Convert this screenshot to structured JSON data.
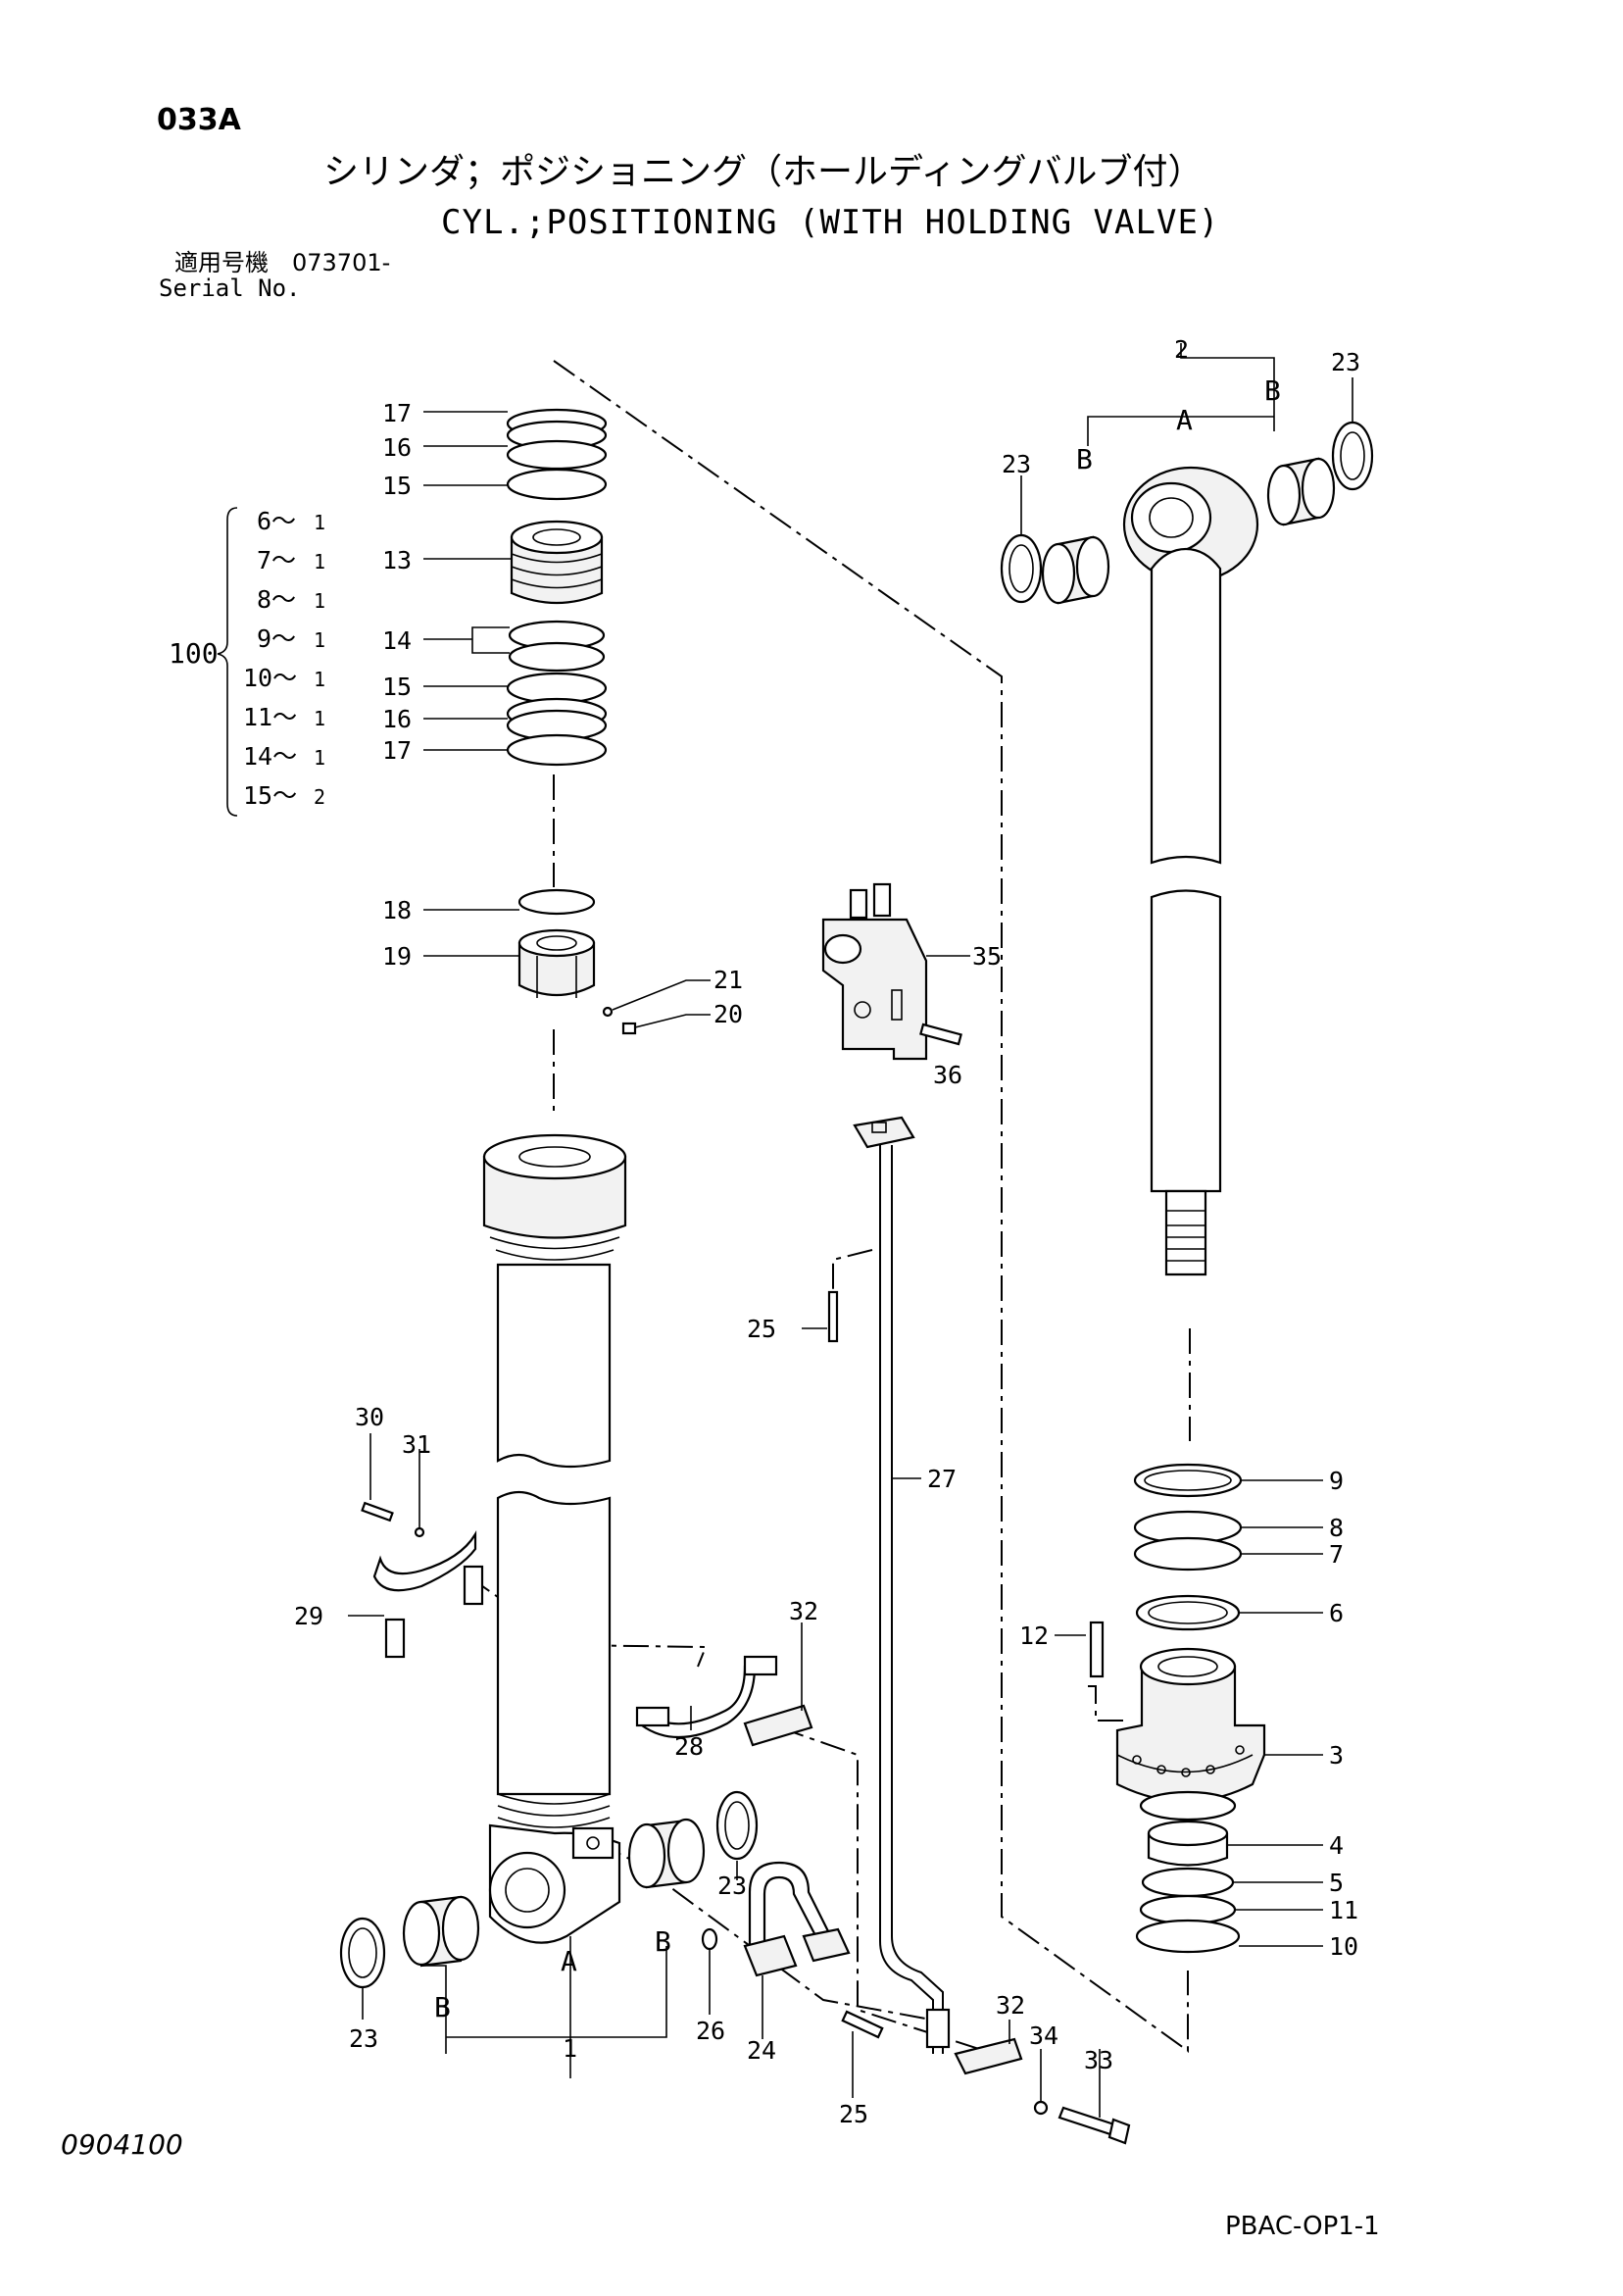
{
  "header": {
    "page_code": "033A",
    "title_ja": "シリンダ；ポジショニング（ホールディングバルブ付）",
    "title_en": "CYL.;POSITIONING (WITH HOLDING VALVE)",
    "serial_label_ja": "適用号機　073701-",
    "serial_label_en": "Serial No."
  },
  "kit": {
    "number": "100",
    "items": [
      {
        "part": "6～",
        "qty": "1"
      },
      {
        "part": "7～",
        "qty": "1"
      },
      {
        "part": "8～",
        "qty": "1"
      },
      {
        "part": "9～",
        "qty": "1"
      },
      {
        "part": "10～",
        "qty": "1"
      },
      {
        "part": "11～",
        "qty": "1"
      },
      {
        "part": "14～",
        "qty": "1"
      },
      {
        "part": "15～",
        "qty": "2"
      }
    ]
  },
  "callouts": {
    "c1": "1",
    "c2": "2",
    "c3": "3",
    "c4": "4",
    "c5": "5",
    "c6": "6",
    "c7": "7",
    "c8": "8",
    "c9": "9",
    "c10": "10",
    "c11": "11",
    "c12": "12",
    "c13": "13",
    "c14": "14",
    "c15a": "15",
    "c15b": "15",
    "c16a": "16",
    "c16b": "16",
    "c17a": "17",
    "c17b": "17",
    "c18": "18",
    "c19": "19",
    "c20": "20",
    "c21": "21",
    "c23a": "23",
    "c23b": "23",
    "c23c": "23",
    "c23d": "23",
    "c24": "24",
    "c25a": "25",
    "c25b": "25",
    "c26": "26",
    "c27": "27",
    "c28": "28",
    "c29": "29",
    "c30": "30",
    "c31": "31",
    "c32a": "32",
    "c32b": "32",
    "c33": "33",
    "c34": "34",
    "c35": "35",
    "c36": "36",
    "letterA_top": "A",
    "letterB_top_left": "B",
    "letterB_top_right": "B",
    "letterA_bottom": "A",
    "letterB_bottom_left": "B",
    "letterB_bottom_right": "B"
  },
  "footer": {
    "doc_number": "0904100",
    "drawing_code": "PBAC-OP1-1"
  }
}
